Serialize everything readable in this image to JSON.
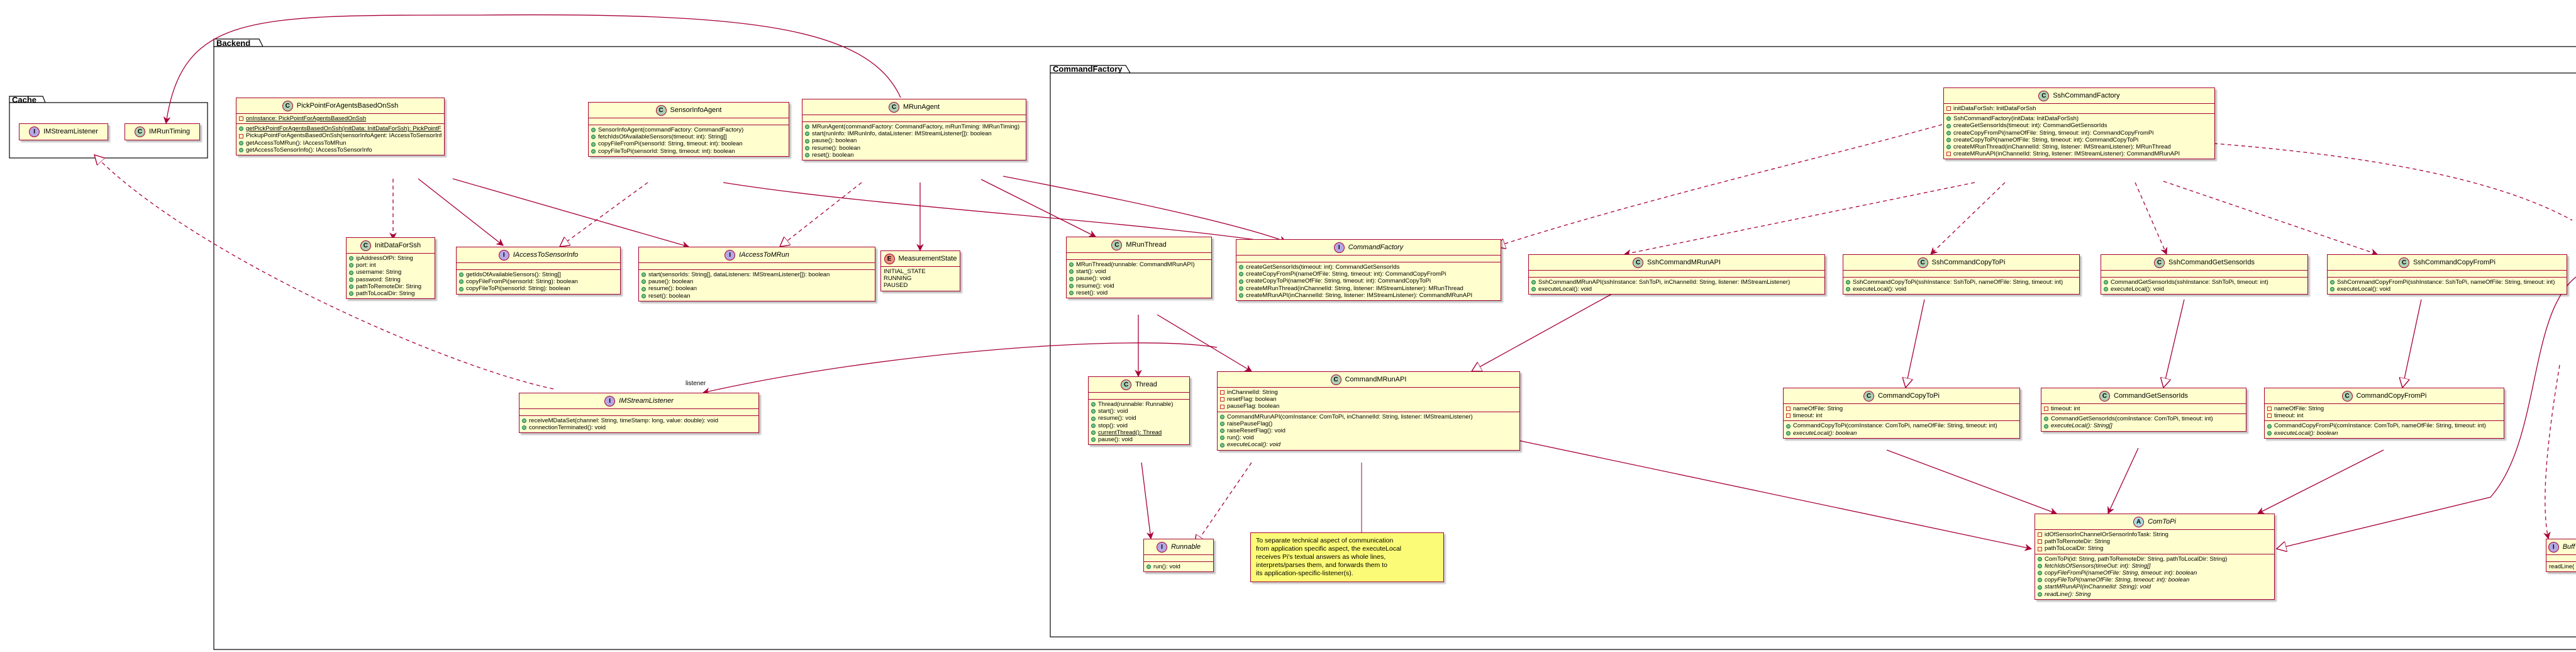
{
  "packages": {
    "cache": "Cache",
    "backend": "Backend",
    "command_factory": "CommandFactory"
  },
  "labels": {
    "listener": "listener"
  },
  "classes": {
    "istream_listener_cache": {
      "kind": "I",
      "name": "IMStreamListener"
    },
    "irun_timing": {
      "kind": "C",
      "name": "IMRunTiming"
    },
    "pick_point": {
      "kind": "C",
      "name": "PickPointForAgentsBasedOnSsh",
      "fields": [
        {
          "vis": "priv",
          "text": "onInstance: PickPointForAgentsBasedOnSsh",
          "underline": true
        }
      ],
      "methods": [
        {
          "vis": "pub",
          "text": "getPickPointForAgentsBasedOnSsh(initData: InitDataForSsh): PickPointForAgentsBasedOnSsh",
          "underline": true
        },
        {
          "vis": "priv",
          "text": "PickupPointForAgentsBasedOnSsh(sensorInfoAgent: IAccessToSensorInfo, mRunAgent: IAccessToMRun)"
        },
        {
          "vis": "pub",
          "text": "getAccessToMRun(): IAccessToMRun"
        },
        {
          "vis": "pub",
          "text": "getAccessToSensorInfo(): IAccessToSensorInfo"
        }
      ]
    },
    "sensor_info_agent": {
      "kind": "C",
      "name": "SensorInfoAgent",
      "fields": [],
      "methods": [
        {
          "vis": "pub",
          "text": "SensorInfoAgent(commandFactory: CommandFactory)"
        },
        {
          "vis": "pub",
          "text": "fetchIdsOfAvailableSensors(timeout: int): String[]"
        },
        {
          "vis": "pub",
          "text": "copyFileFromPi(sensorId: String, timeout: int): boolean"
        },
        {
          "vis": "pub",
          "text": "copyFileToPi(sensorId: String, timeout: int): boolean"
        }
      ]
    },
    "mrun_agent": {
      "kind": "C",
      "name": "MRunAgent",
      "fields": [],
      "methods": [
        {
          "vis": "pub",
          "text": "MRunAgent(commandFactory: CommandFactory, mRunTiming: IMRunTiming)"
        },
        {
          "vis": "pub",
          "text": "start(runInfo: IMRunInfo, dataListener: IMStreamListener[]): boolean"
        },
        {
          "vis": "pub",
          "text": "pause(): boolean"
        },
        {
          "vis": "pub",
          "text": "resume(): boolean"
        },
        {
          "vis": "pub",
          "text": "reset(): boolean"
        }
      ]
    },
    "init_data_for_ssh": {
      "kind": "C",
      "name": "InitDataForSsh",
      "fields": [
        {
          "vis": "pub",
          "text": "ipAddressOfPi: String"
        },
        {
          "vis": "pub",
          "text": "port: int"
        },
        {
          "vis": "pub",
          "text": "username: String"
        },
        {
          "vis": "pub",
          "text": "password: String"
        },
        {
          "vis": "pub",
          "text": "pathToRemoteDir: String"
        },
        {
          "vis": "pub",
          "text": "pathToLocalDir: String"
        }
      ]
    },
    "iaccess_sensor_info": {
      "kind": "I",
      "name": "IAccessToSensorInfo",
      "fields": [],
      "methods": [
        {
          "vis": "pub",
          "text": "getIdsOfAvailableSensors(): String[]"
        },
        {
          "vis": "pub",
          "text": "copyFileFromPi(sensorId: String): boolean"
        },
        {
          "vis": "pub",
          "text": "copyFileToPi(sensorId: String): boolean"
        }
      ]
    },
    "iaccess_mrun": {
      "kind": "I",
      "name": "IAccessToMRun",
      "fields": [],
      "methods": [
        {
          "vis": "pub",
          "text": "start(sensorIds: String[], dataListeners: IMStreamListener[]): boolean"
        },
        {
          "vis": "pub",
          "text": "pause(): boolean"
        },
        {
          "vis": "pub",
          "text": "resume(): boolean"
        },
        {
          "vis": "pub",
          "text": "reset(): boolean"
        }
      ]
    },
    "measurement_state": {
      "kind": "E",
      "name": "MeasurementState",
      "fields": [
        {
          "text": "INITIAL_STATE"
        },
        {
          "text": "RUNNING"
        },
        {
          "text": "PAUSED"
        }
      ]
    },
    "istream_listener": {
      "kind": "I",
      "name": "IMStreamListener",
      "fields": [],
      "methods": [
        {
          "vis": "pub",
          "text": "receiveMDataSet(channel: String, timeStamp: long, value: double): void"
        },
        {
          "vis": "pub",
          "text": "connectionTerminated(): void"
        }
      ]
    },
    "mrun_thread": {
      "kind": "C",
      "name": "MRunThread",
      "fields": [],
      "methods": [
        {
          "vis": "pub",
          "text": "MRunThread(runnable: CommandMRunAPI)"
        },
        {
          "vis": "pub",
          "text": "start(): void"
        },
        {
          "vis": "pub",
          "text": "pause(): void"
        },
        {
          "vis": "pub",
          "text": "resume(): void"
        },
        {
          "vis": "pub",
          "text": "reset(): void"
        }
      ]
    },
    "command_factory": {
      "kind": "I",
      "name": "CommandFactory",
      "fields": [],
      "methods": [
        {
          "vis": "pub",
          "text": "createGetSensorIds(timeout: int): CommandGetSensorIds"
        },
        {
          "vis": "pub",
          "text": "createCopyFromPi(nameOfFile: String, timeout: int): CommandCopyFromPi"
        },
        {
          "vis": "pub",
          "text": "createCopyToPi(nameOfFile: String, timeout: int): CommandCopyToPi"
        },
        {
          "vis": "pub",
          "text": "createMRunThread(inChannelId: String, listener: IMStreamListener): MRunThread"
        },
        {
          "vis": "pub",
          "text": "createMRunAPI(inChannelId: String, listener: IMStreamListener): CommandMRunAPI"
        }
      ]
    },
    "thread": {
      "kind": "C",
      "name": "Thread",
      "fields": [],
      "methods": [
        {
          "vis": "pub",
          "text": "Thread(runnable: Runnable)"
        },
        {
          "vis": "pub",
          "text": "start(): void"
        },
        {
          "vis": "pub",
          "text": "resume(): void"
        },
        {
          "vis": "pub",
          "text": "stop(): void"
        },
        {
          "vis": "pub",
          "text": "currentThread(): Thread",
          "underline": true
        },
        {
          "vis": "pub",
          "text": "pause(): void"
        }
      ]
    },
    "command_mrun_api": {
      "kind": "C",
      "name": "CommandMRunAPI",
      "fields": [
        {
          "vis": "priv",
          "text": "inChannelId: String"
        },
        {
          "vis": "priv",
          "text": "resetFlag: boolean"
        },
        {
          "vis": "priv",
          "text": "pauseFlag: boolean"
        }
      ],
      "methods": [
        {
          "vis": "pub",
          "text": "CommandMRunAPI(comInstance: ComToPi, inChannelId: String, listener: IMStreamListener)"
        },
        {
          "vis": "pub",
          "text": "raisePauseFlag()"
        },
        {
          "vis": "pub",
          "text": "raiseResetFlag(): void"
        },
        {
          "vis": "pub",
          "text": "run(): void"
        },
        {
          "vis": "pub",
          "text": "executeLocal(): void",
          "italic": true
        }
      ]
    },
    "runnable": {
      "kind": "I",
      "name": "Runnable",
      "fields": [],
      "methods": [
        {
          "vis": "pub",
          "text": "run(): void"
        }
      ]
    },
    "ssh_command_factory": {
      "kind": "C",
      "name": "SshCommandFactory",
      "fields": [
        {
          "vis": "priv",
          "text": "initDataForSsh: InitDataForSsh"
        }
      ],
      "methods": [
        {
          "vis": "pub",
          "text": "SshCommandFactory(initData: InitDataForSsh)"
        },
        {
          "vis": "pub",
          "text": "createGetSensorIds(timeout: int): CommandGetSensorIds"
        },
        {
          "vis": "pub",
          "text": "createCopyFromPi(nameOfFile: String, timeout: int): CommandCopyFromPi"
        },
        {
          "vis": "pub",
          "text": "createCopyToPi(nameOfFile: String, timeout: int): CommandCopyToPi"
        },
        {
          "vis": "pub",
          "text": "createMRunThread(inChannelId: String, listener: IMStreamListener): MRunThread"
        },
        {
          "vis": "priv",
          "text": "createMRunAPI(inChannelId: String, listener: IMStreamListener): CommandMRunAPI"
        }
      ]
    },
    "ssh_command_mrun_api": {
      "kind": "C",
      "name": "SshCommandMRunAPI",
      "fields": [],
      "methods": [
        {
          "vis": "pub",
          "text": "SshCommandMRunAPI(sshInstance: SshToPi, inChannelId: String, listener: IMStreamListener)"
        },
        {
          "vis": "pub",
          "text": "executeLocal(): void"
        }
      ]
    },
    "ssh_command_copy_to_pi": {
      "kind": "C",
      "name": "SshCommandCopyToPi",
      "fields": [],
      "methods": [
        {
          "vis": "pub",
          "text": "SshCommandCopyToPi(sshInstance: SshToPi, nameOfFile: String, timeout: int)"
        },
        {
          "vis": "pub",
          "text": "executeLocal(): void"
        }
      ]
    },
    "ssh_command_get_sensor_ids": {
      "kind": "C",
      "name": "SshCommandGetSensorIds",
      "fields": [],
      "methods": [
        {
          "vis": "pub",
          "text": "CommandGetSensorIds(sshInstance: SshToPi, timeout: int)"
        },
        {
          "vis": "pub",
          "text": "executeLocal(): void"
        }
      ]
    },
    "ssh_command_copy_from_pi": {
      "kind": "C",
      "name": "SshCommandCopyFromPi",
      "fields": [],
      "methods": [
        {
          "vis": "pub",
          "text": "SshCommandCopyFromPi(sshInstance: SshToPi, nameOfFile: String, timeout: int)"
        },
        {
          "vis": "pub",
          "text": "executeLocal(): void"
        }
      ]
    },
    "command_copy_to_pi": {
      "kind": "C",
      "name": "CommandCopyToPi",
      "fields": [
        {
          "vis": "priv",
          "text": "nameOfFile: String"
        },
        {
          "vis": "priv",
          "text": "timeout: int"
        }
      ],
      "methods": [
        {
          "vis": "pub",
          "text": "CommandCopyToPi(comInstance: ComToPi, nameOfFile: String, timeout: int)"
        },
        {
          "vis": "pub",
          "text": "executeLocal(): boolean",
          "italic": true
        }
      ]
    },
    "command_get_sensor_ids": {
      "kind": "C",
      "name": "CommandGetSensorIds",
      "fields": [
        {
          "vis": "priv",
          "text": "timeout: int"
        }
      ],
      "methods": [
        {
          "vis": "pub",
          "text": "CommandGetSensorIds(comInstance: ComToPi, timeout: int)"
        },
        {
          "vis": "pub",
          "text": "executeLocal(): String[]",
          "italic": true
        }
      ]
    },
    "command_copy_from_pi": {
      "kind": "C",
      "name": "CommandCopyFromPi",
      "fields": [
        {
          "vis": "priv",
          "text": "nameOfFile: String"
        },
        {
          "vis": "priv",
          "text": "timeout: int"
        }
      ],
      "methods": [
        {
          "vis": "pub",
          "text": "CommandCopyFromPi(comInstance: ComToPi, nameOfFile: String, timeout: int)"
        },
        {
          "vis": "pub",
          "text": "executeLocal(): boolean",
          "italic": true
        }
      ]
    },
    "com_to_pi": {
      "kind": "A",
      "name": "ComToPi",
      "fields": [
        {
          "vis": "priv",
          "text": "idOfSensorInChannelOrSensorInfoTask: String"
        },
        {
          "vis": "priv",
          "text": "pathToRemoteDir: String"
        },
        {
          "vis": "priv",
          "text": "pathToLocalDir: String"
        }
      ],
      "methods": [
        {
          "vis": "pub",
          "text": "ComToPi(id: String, pathToRemoteDir: String, pathToLocalDir: String)"
        },
        {
          "vis": "pub",
          "text": "fetchIdsOfSensors(timeOut: int): String[]",
          "italic": true
        },
        {
          "vis": "pub",
          "text": "copyFileFromPi(nameOfFile: String, timeout: int): boolean",
          "italic": true
        },
        {
          "vis": "pub",
          "text": "copyFileToPi(nameOfFile: String, timeout: int): boolean",
          "italic": true
        },
        {
          "vis": "pub",
          "text": "startMRunAPI(inChannelId: String): void",
          "italic": true
        },
        {
          "vis": "pub",
          "text": "readLine(): String",
          "italic": true
        }
      ]
    },
    "buffered_reader": {
      "kind": "I",
      "name": "Buff",
      "fields": [],
      "methods": [
        {
          "text": "readLine("
        }
      ]
    }
  },
  "note": {
    "lines": [
      "To separate technical aspect of communication",
      "from application specific aspect, the executeLocal",
      "receives Pi's textual answers as whole lines,",
      "interprets/parses them, and forwards them to",
      "its application-specific-listener(s)."
    ]
  },
  "colors": {
    "class_fill": "#FEFECE",
    "border": "#A80036",
    "note_fill": "#FBFB77",
    "class_badge": "#ADD1B2",
    "interface_badge": "#B4A7E5",
    "enum_badge": "#EB937F",
    "abstract_badge": "#A9DCDF"
  }
}
